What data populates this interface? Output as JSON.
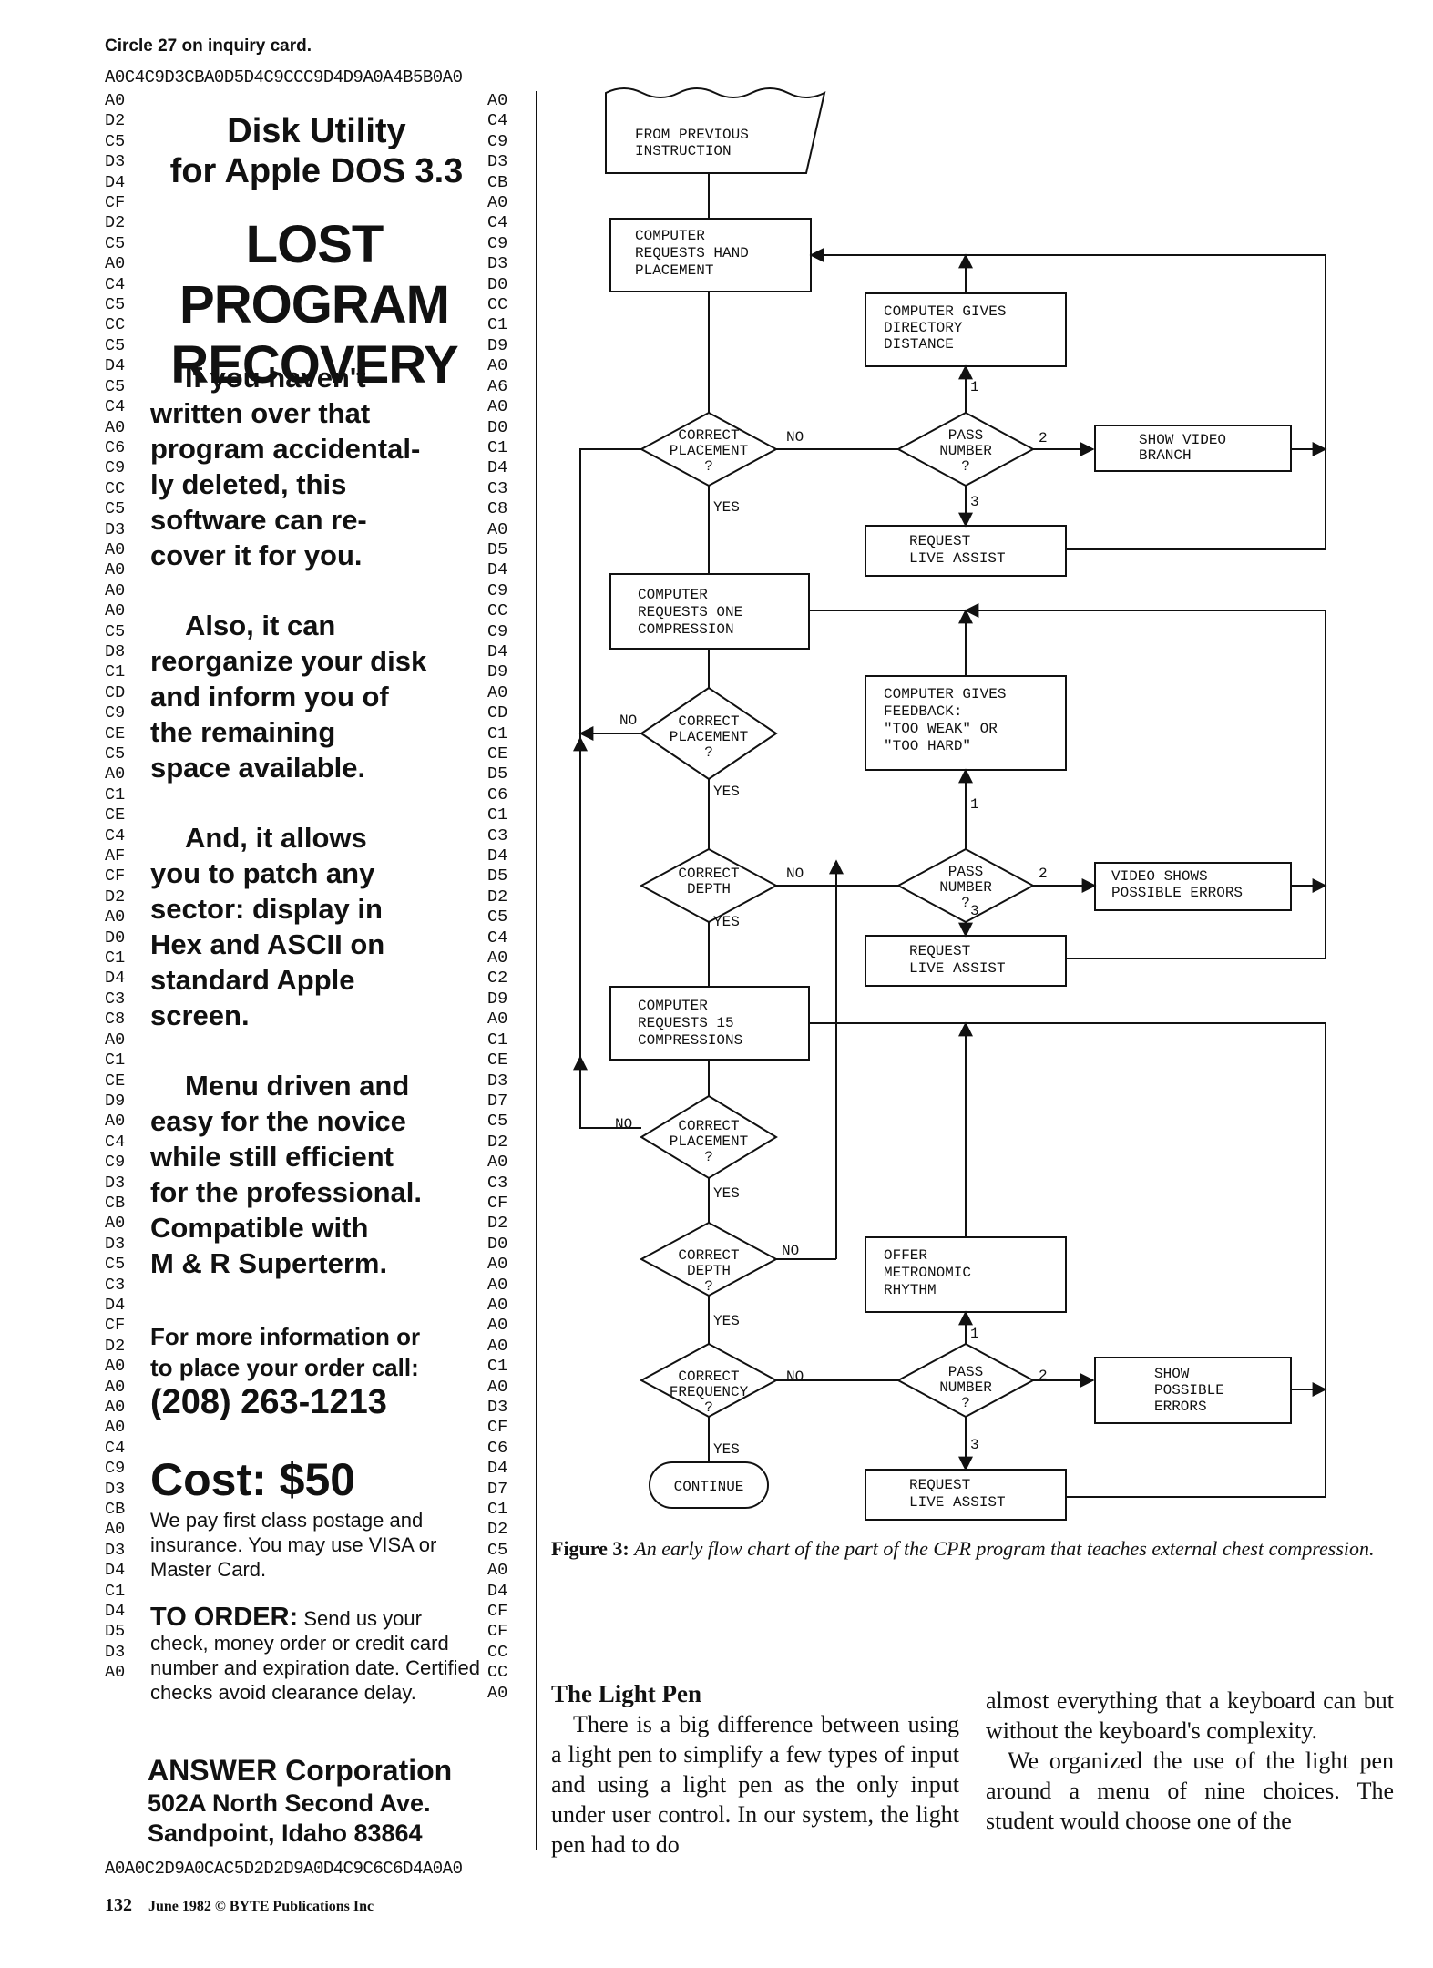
{
  "inquiry": "Circle 27 on inquiry card.",
  "hex_top": "A0C4C9D3CBA0D5D4C9CCC9D4D9A0A4B5B0A0",
  "hex_bottom": "A0A0C2D9A0CAC5D2D2D9A0D4C9C6C6D4A0A0",
  "hex_left": [
    "A0",
    "D2",
    "C5",
    "D3",
    "D4",
    "CF",
    "D2",
    "C5",
    "A0",
    "C4",
    "C5",
    "CC",
    "C5",
    "D4",
    "C5",
    "C4",
    "A0",
    "C6",
    "C9",
    "CC",
    "C5",
    "D3",
    "A0",
    "A0",
    "A0",
    "A0",
    "C5",
    "D8",
    "C1",
    "CD",
    "C9",
    "CE",
    "C5",
    "A0",
    "C1",
    "CE",
    "C4",
    "AF",
    "CF",
    "D2",
    "A0",
    "D0",
    "C1",
    "D4",
    "C3",
    "C8",
    "A0",
    "C1",
    "CE",
    "D9",
    "A0",
    "C4",
    "C9",
    "D3",
    "CB",
    "A0",
    "D3",
    "C5",
    "C3",
    "D4",
    "CF",
    "D2",
    "A0",
    "A0",
    "A0",
    "A0",
    "C4",
    "C9",
    "D3",
    "CB",
    "A0",
    "D3",
    "D4",
    "C1",
    "D4",
    "D5",
    "D3",
    "A0"
  ],
  "hex_right": [
    "A0",
    "C4",
    "C9",
    "D3",
    "CB",
    "A0",
    "C4",
    "C9",
    "D3",
    "D0",
    "CC",
    "C1",
    "D9",
    "A0",
    "A6",
    "A0",
    "D0",
    "C1",
    "D4",
    "C3",
    "C8",
    "A0",
    "D5",
    "D4",
    "C9",
    "CC",
    "C9",
    "D4",
    "D9",
    "A0",
    "CD",
    "C1",
    "CE",
    "D5",
    "C6",
    "C1",
    "C3",
    "D4",
    "D5",
    "D2",
    "C5",
    "C4",
    "A0",
    "C2",
    "D9",
    "A0",
    "C1",
    "CE",
    "D3",
    "D7",
    "C5",
    "D2",
    "A0",
    "C3",
    "CF",
    "D2",
    "D0",
    "A0",
    "A0",
    "A0",
    "A0",
    "A0",
    "C1",
    "A0",
    "D3",
    "CF",
    "C6",
    "D4",
    "D7",
    "C1",
    "D2",
    "C5",
    "A0",
    "D4",
    "CF",
    "CF",
    "CC",
    "CC",
    "A0"
  ],
  "ad": {
    "title_line1": "Disk Utility",
    "title_line2": "for Apple DOS 3.3",
    "headline_line1": "LOST PROGRAM",
    "headline_line2": "RECOVERY",
    "para1": [
      "If you haven't",
      "written over that",
      "program accidental-",
      "ly deleted, this",
      "software can re-",
      "cover it for you."
    ],
    "para2": [
      "Also, it can",
      "reorganize your disk",
      "and inform you of",
      "the remaining",
      "space available."
    ],
    "para3": [
      "And, it allows",
      "you to patch any",
      "sector: display in",
      "Hex and ASCII on",
      "standard Apple",
      "screen."
    ],
    "para4": [
      "Menu driven and",
      "easy for the novice",
      "while still efficient",
      "for the professional.",
      "Compatible with",
      "M & R Superterm."
    ],
    "more_info_line1": "For more information or",
    "more_info_line2": "to place your order call:",
    "phone": "(208) 263-1213",
    "cost": "Cost: $50",
    "postage": "We pay first class postage and insurance. You may use VISA or Master Card.",
    "order_label": "TO ORDER:",
    "order_text": "Send us your check, money order or credit card number and expiration date. Certified checks avoid clearance delay.",
    "company": "ANSWER Corporation",
    "address1": "502A North Second Ave.",
    "address2": "Sandpoint, Idaho 83864"
  },
  "flowchart": {
    "from_previous": [
      "FROM PREVIOUS",
      "INSTRUCTION"
    ],
    "req_hand": [
      "COMPUTER",
      "REQUESTS HAND",
      "PLACEMENT"
    ],
    "gives_directory": [
      "COMPUTER GIVES",
      "DIRECTORY",
      "DISTANCE"
    ],
    "correct_placement": [
      "CORRECT",
      "PLACEMENT",
      "?"
    ],
    "pass_number": [
      "PASS",
      "NUMBER",
      "?"
    ],
    "show_video_branch": [
      "SHOW VIDEO",
      "BRANCH"
    ],
    "request_live_assist": [
      "REQUEST",
      "LIVE ASSIST"
    ],
    "req_one": [
      "COMPUTER",
      "REQUESTS ONE",
      "COMPRESSION"
    ],
    "gives_feedback": [
      "COMPUTER GIVES",
      "FEEDBACK:",
      "\"TOO WEAK\" OR",
      "\"TOO HARD\""
    ],
    "correct_depth": [
      "CORRECT",
      "DEPTH",
      "?"
    ],
    "video_possible_errors": [
      "VIDEO SHOWS",
      "POSSIBLE ERRORS"
    ],
    "req_15": [
      "COMPUTER",
      "REQUESTS 15",
      "COMPRESSIONS"
    ],
    "offer_metronomic": [
      "OFFER",
      "METRONOMIC",
      "RHYTHM"
    ],
    "correct_frequency": [
      "CORRECT",
      "FREQUENCY",
      "?"
    ],
    "show_possible_errors": [
      "SHOW",
      "POSSIBLE",
      "ERRORS"
    ],
    "continue": "CONTINUE",
    "yes": "YES",
    "no": "NO",
    "n1": "1",
    "n2": "2",
    "n3": "3"
  },
  "caption": {
    "label": "Figure 3:",
    "text": "An early flow chart of the part of the CPR program that teaches external chest compression."
  },
  "article": {
    "heading": "The Light Pen",
    "col1": "There is a big difference between using a light pen to simplify a few types of input and using a light pen as the only input under user control. In our system, the light pen had to do",
    "col2_p1": "almost everything that a keyboard can but without the keyboard's complexity.",
    "col2_p2": "We organized the use of the light pen around a menu of nine choices. The student would choose one of the"
  },
  "footer": {
    "page": "132",
    "text": "June 1982 © BYTE Publications Inc"
  }
}
